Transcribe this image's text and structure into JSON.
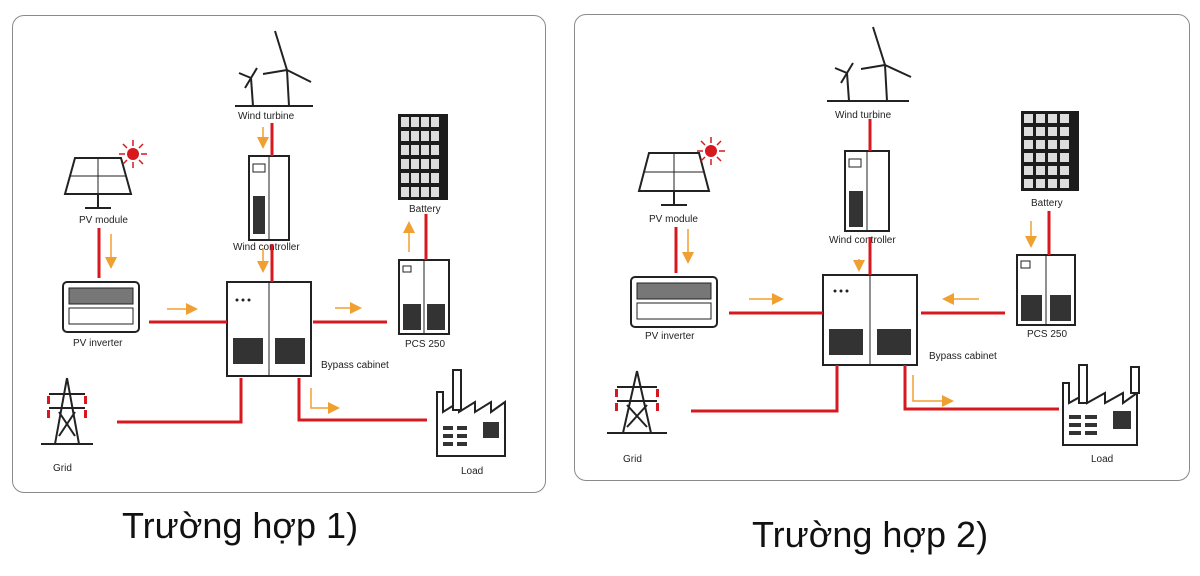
{
  "cases": [
    {
      "caption": "Trường hợp 1)",
      "labels": {
        "wind_turbine": "Wind turbine",
        "wind_controller": "Wind controller",
        "battery": "Battery",
        "pcs": "PCS 250",
        "pv_module": "PV module",
        "pv_inverter": "PV inverter",
        "bypass_cabinet": "Bypass cabinet",
        "grid": "Grid",
        "load": "Load"
      },
      "pcs_battery_flow": "charging"
    },
    {
      "caption": "Trường hợp 2)",
      "labels": {
        "wind_turbine": "Wind turbine",
        "wind_controller": "Wind controller",
        "battery": "Battery",
        "pcs": "PCS 250",
        "pv_module": "PV module",
        "pv_inverter": "PV inverter",
        "bypass_cabinet": "Bypass cabinet",
        "grid": "Grid",
        "load": "Load"
      },
      "pcs_battery_flow": "discharging"
    }
  ],
  "colors": {
    "power_line": "#d7191f",
    "flow_arrow": "#f0a030",
    "equipment": "#222222",
    "panel_border": "#8a8a8a"
  }
}
